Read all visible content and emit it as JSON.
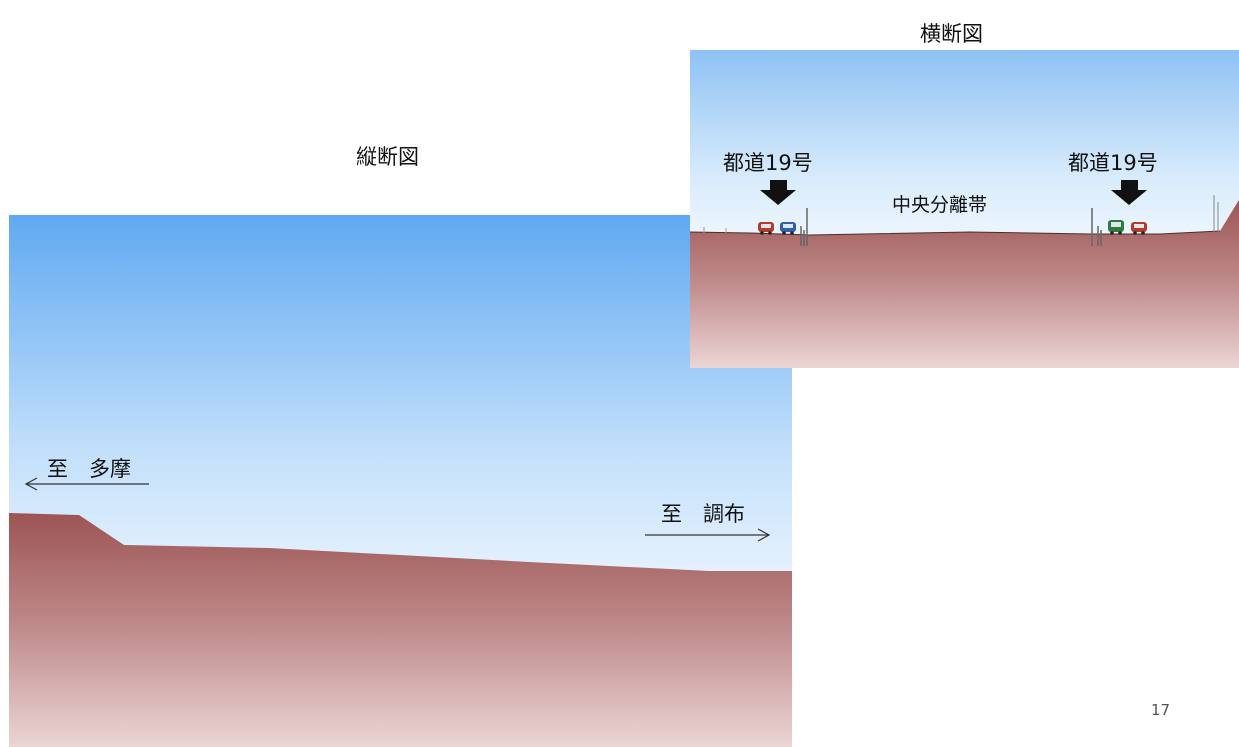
{
  "longitudinal": {
    "title": "縦断図",
    "left_direction": "至　多摩",
    "right_direction": "至　調布"
  },
  "cross_section": {
    "title": "横断図",
    "left_road": "都道19号",
    "right_road": "都道19号",
    "median": "中央分離帯"
  },
  "page_number": "17",
  "colors": {
    "sky_top": "#5fa9f1",
    "sky_bottom": "#ffffff",
    "ground_top": "#a05a5a",
    "ground_bottom": "#ead3d3"
  }
}
